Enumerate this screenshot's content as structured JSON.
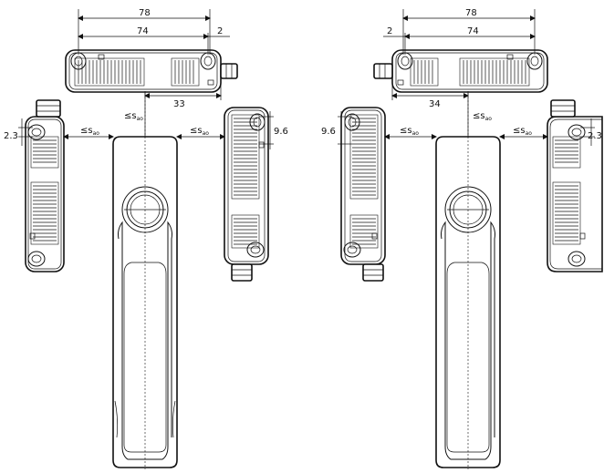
{
  "left_view": {
    "dim_overall_width": "78",
    "dim_inner_width": "74",
    "dim_edge_offset": "2",
    "dim_center_offset": "33",
    "dim_side_left": "2.3",
    "dim_side_right": "9.6",
    "gap_label": "≤s",
    "gap_subscript": "ao"
  },
  "right_view": {
    "dim_overall_width": "78",
    "dim_inner_width": "74",
    "dim_edge_offset": "2",
    "dim_center_offset": "34",
    "dim_side_left": "9.6",
    "dim_side_right": "2.3",
    "gap_label": "≤s",
    "gap_subscript": "ao"
  }
}
